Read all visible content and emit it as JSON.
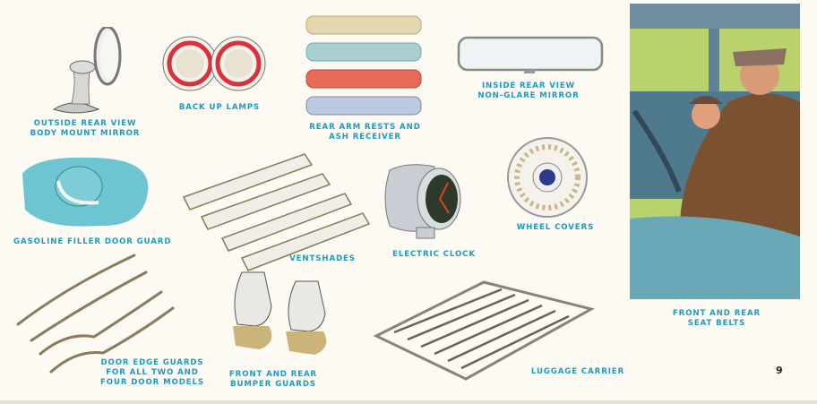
{
  "page": {
    "number": "9",
    "label_color": "#1a9bc4",
    "background_color": "#fcfaf2"
  },
  "items": {
    "outside_mirror": {
      "lines": [
        "OUTSIDE REAR VIEW",
        "BODY MOUNT MIRROR"
      ]
    },
    "backup_lamps": {
      "lines": [
        "BACK UP LAMPS"
      ]
    },
    "arm_rests": {
      "lines": [
        "REAR ARM RESTS AND",
        "ASH RECEIVER"
      ]
    },
    "inside_mirror": {
      "lines": [
        "INSIDE REAR VIEW",
        "NON-GLARE MIRROR"
      ]
    },
    "gas_filler": {
      "lines": [
        "GASOLINE FILLER DOOR GUARD"
      ]
    },
    "ventshades": {
      "lines": [
        "VENTSHADES"
      ]
    },
    "electric_clock": {
      "lines": [
        "ELECTRIC CLOCK"
      ]
    },
    "wheel_covers": {
      "lines": [
        "WHEEL COVERS"
      ]
    },
    "door_edge_guards": {
      "lines": [
        "DOOR EDGE GUARDS",
        "FOR ALL TWO AND",
        "FOUR DOOR MODELS"
      ]
    },
    "bumper_guards": {
      "lines": [
        "FRONT AND REAR",
        "BUMPER GUARDS"
      ]
    },
    "luggage_carrier": {
      "lines": [
        "LUGGAGE CARRIER"
      ]
    },
    "seat_belts": {
      "lines": [
        "FRONT AND REAR",
        "SEAT BELTS"
      ]
    }
  },
  "arm_rest_colors": [
    "#e4d7ae",
    "#a9cfcf",
    "#e86a57",
    "#bcc9e2"
  ]
}
